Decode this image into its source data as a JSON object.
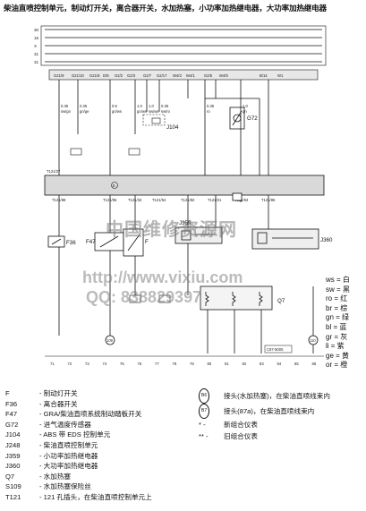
{
  "title": "柴油直喷控制单元，制动灯开关，离合器开关，水加热塞，小功率加热继电器，大功率加热继电器",
  "top_rail": {
    "labels": [
      "30",
      "15",
      "X",
      "31",
      "31"
    ]
  },
  "top_connectors": [
    "G21/9",
    "G21/10",
    "G21/8",
    "D/8",
    "G2/2",
    "G2/3",
    "G2/7",
    "G2/17",
    "W4/3",
    "W4/1",
    "G2/5",
    "W4/5",
    "B/14",
    "W1"
  ],
  "wires_upper": [
    {
      "size": "0.35",
      "color": "sw/gn"
    },
    {
      "size": "0.35",
      "color": "gn/ge"
    },
    {
      "size": "0.5",
      "color": "gn/ws"
    },
    {
      "size": "1.0",
      "color": "gn/ws"
    },
    {
      "size": "1.0",
      "color": "sw/ws"
    },
    {
      "size": "0.35",
      "color": "sw/ro"
    },
    {
      "size": "0.35",
      "color": "ro"
    },
    {
      "size": "1.0",
      "color": "gn"
    }
  ],
  "components": {
    "G72": "G72",
    "J104": "J104",
    "J248": "J248",
    "F": "F",
    "F36": "F36",
    "F47": "F47",
    "J359": "J359",
    "J360": "J360",
    "Q7": "Q7",
    "S109": "S109",
    "T121": "T121/27"
  },
  "module_label": "J248",
  "module_pins": [
    "T121/88",
    "T121/65",
    "T121/32",
    "T121/54",
    "T121/82",
    "T121/21",
    "T121/63",
    "T121/86"
  ],
  "ground_labels": [
    "109",
    "110"
  ],
  "bottom_numbers": [
    "71",
    "72",
    "73",
    "74",
    "75",
    "76",
    "77",
    "78",
    "79",
    "80",
    "81",
    "82",
    "83",
    "84",
    "85",
    "86"
  ],
  "footer_code": "C97-5005",
  "watermark": {
    "line1": "中国维修资源网",
    "line2": "http://www.vixiu.com",
    "line3": "QQ: 838829397"
  },
  "color_legend": [
    {
      "code": "ws",
      "name": "白"
    },
    {
      "code": "sw",
      "name": "黑"
    },
    {
      "code": "ro",
      "name": "红"
    },
    {
      "code": "br",
      "name": "棕"
    },
    {
      "code": "gn",
      "name": "绿"
    },
    {
      "code": "bl",
      "name": "蓝"
    },
    {
      "code": "gr",
      "name": "灰"
    },
    {
      "code": "li",
      "name": "紫"
    },
    {
      "code": "ge",
      "name": "黄"
    },
    {
      "code": "or",
      "name": "橙"
    }
  ],
  "legend": [
    {
      "code": "F",
      "text": "制动灯开关"
    },
    {
      "code": "F36",
      "text": "离合器开关"
    },
    {
      "code": "F47",
      "text": "GRA/柴油直喷系统制动踏板开关"
    },
    {
      "code": "G72",
      "text": "进气温度传感器"
    },
    {
      "code": "J104",
      "text": "ABS 带 EDS 控制单元"
    },
    {
      "code": "J248",
      "text": "柴油直喷控制单元"
    },
    {
      "code": "J359",
      "text": "小功率加热继电器"
    },
    {
      "code": "J360",
      "text": "大功率加热继电器"
    },
    {
      "code": "Q7",
      "text": "水加热塞"
    },
    {
      "code": "S109",
      "text": "水加热塞保险丝"
    },
    {
      "code": "T121",
      "text": "121 孔插头，在柴油直喷控制单元上"
    }
  ],
  "legend_mid": [
    {
      "sym": "B6",
      "text": "接头(水加热塞)，在柴油直喷线束内"
    },
    {
      "sym": "B7",
      "text": "接头(87a)，在柴油直喷线束内"
    },
    {
      "sym": "* -",
      "text": "新组合仪表"
    },
    {
      "sym": "** -",
      "text": "旧组合仪表"
    }
  ]
}
